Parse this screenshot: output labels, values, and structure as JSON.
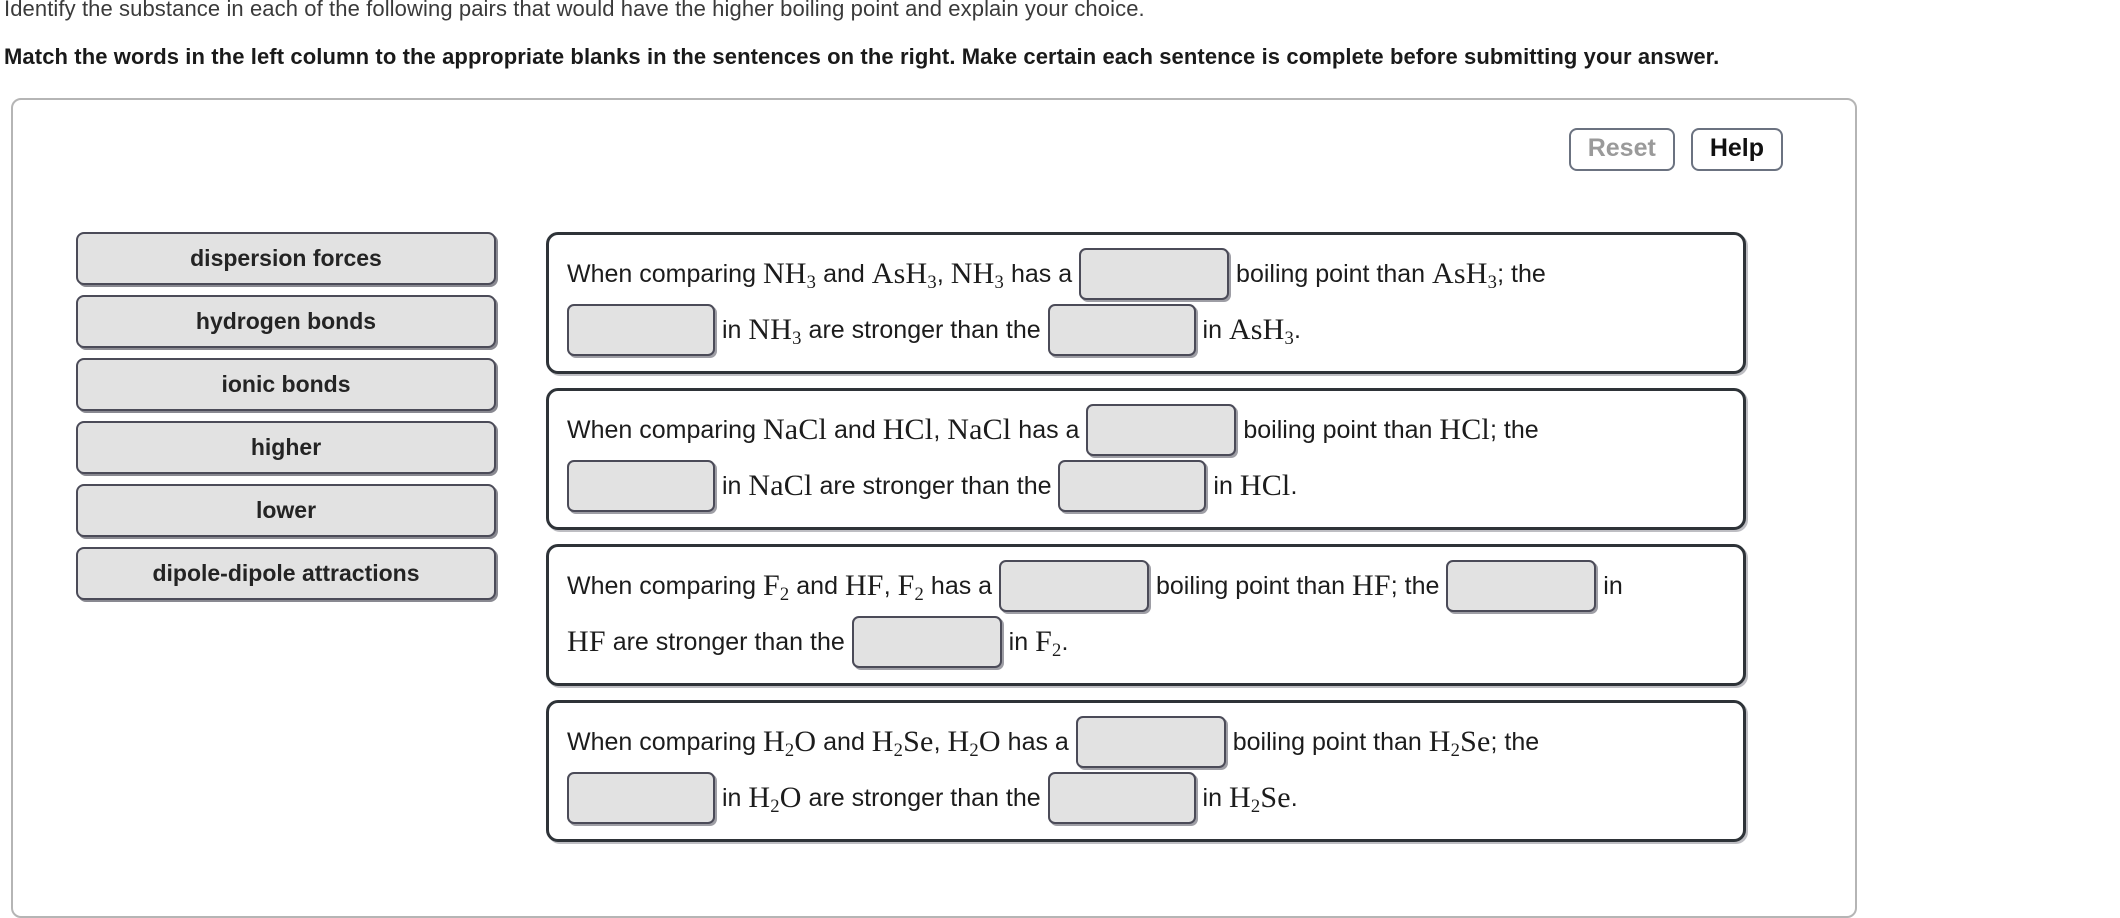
{
  "prompt": {
    "line1": "Identify the substance in each of the following pairs that would have the higher boiling point and explain your choice.",
    "line2": "Match the words in the left column to the appropriate blanks in the sentences on the right. Make certain each sentence is complete before submitting your answer."
  },
  "toolbar": {
    "reset_label": "Reset",
    "help_label": "Help"
  },
  "wordbank": {
    "items": [
      {
        "label": "dispersion forces"
      },
      {
        "label": "hydrogen bonds"
      },
      {
        "label": "ionic bonds"
      },
      {
        "label": "higher"
      },
      {
        "label": "lower"
      },
      {
        "label": "dipole-dipole attractions"
      }
    ]
  },
  "sentences": [
    {
      "id": "nh3-ash3",
      "line1": {
        "a": "When comparing ",
        "chem1": "NH3",
        "b": " and ",
        "chem2": "AsH3",
        "c": ", ",
        "chem3": "NH3",
        "d": " has a ",
        "blank1": "",
        "e": " boiling point than ",
        "chem4": "AsH3",
        "f": "; the"
      },
      "line2": {
        "blank2": "",
        "a": " in ",
        "chem1": "NH3",
        "b": " are stronger than the ",
        "blank3": "",
        "c": " in ",
        "chem2": "AsH3",
        "d": "."
      }
    },
    {
      "id": "nacl-hcl",
      "line1": {
        "a": "When comparing ",
        "chem1": "NaCl",
        "b": " and ",
        "chem2": "HCl",
        "c": ", ",
        "chem3": "NaCl",
        "d": " has a ",
        "blank1": "",
        "e": " boiling point than ",
        "chem4": "HCl",
        "f": "; the"
      },
      "line2": {
        "blank2": "",
        "a": " in ",
        "chem1": "NaCl",
        "b": " are stronger than the ",
        "blank3": "",
        "c": " in ",
        "chem2": "HCl",
        "d": "."
      }
    },
    {
      "id": "f2-hf",
      "line1": {
        "a": "When comparing ",
        "chem1": "F2",
        "b": " and ",
        "chem2": "HF",
        "c": ", ",
        "chem3": "F2",
        "d": " has a ",
        "blank1": "",
        "e": " boiling point than ",
        "chem4": "HF",
        "f": "; the ",
        "blank2": "",
        "g": " in"
      },
      "line2": {
        "chem1": "HF",
        "a": " are stronger than the ",
        "blank3": "",
        "b": " in ",
        "chem2": "F2",
        "c": "."
      }
    },
    {
      "id": "h2o-h2se",
      "line1": {
        "a": "When comparing ",
        "chem1": "H2O",
        "b": " and ",
        "chem2": "H2Se",
        "c": ", ",
        "chem3": "H2O",
        "d": " has a ",
        "blank1": "",
        "e": " boiling point than ",
        "chem4": "H2Se",
        "f": "; the"
      },
      "line2": {
        "blank2": "",
        "a": " in ",
        "chem1": "H2O",
        "b": " are stronger than the ",
        "blank3": "",
        "c": " in ",
        "chem2": "H2Se",
        "d": "."
      }
    }
  ],
  "colors": {
    "tile_fill": "#e2e2e2",
    "tile_border": "#4b4b58",
    "card_border": "#2e3338",
    "panel_border": "#b5b5b5",
    "reset_text": "#9a9a9a",
    "help_text": "#111111"
  }
}
